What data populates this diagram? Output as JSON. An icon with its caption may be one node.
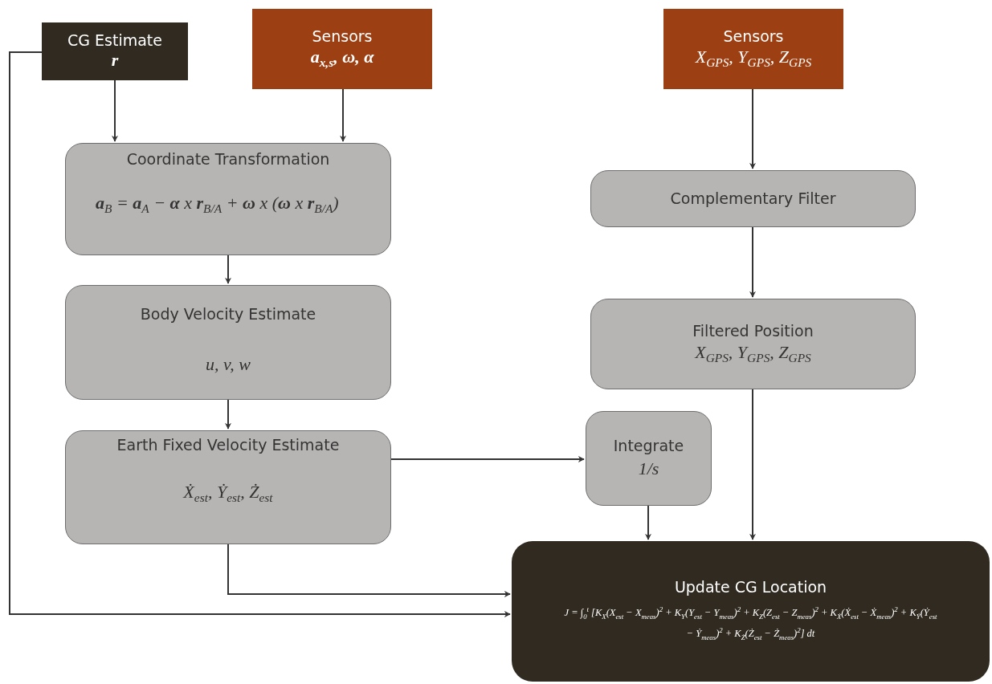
{
  "diagram": {
    "nodes": [
      {
        "text": [
          "CG Estimate",
          "r"
        ]
      },
      {
        "text": [
          "Sensors",
          "a$_{x,s}$, ω, α"
        ]
      },
      {
        "text": [
          "Sensors",
          "X$_{GPS}$, Y$_{GPS}$, Z$_{GPS}$"
        ]
      },
      {
        "text": [
          "Coordinate Transformation",
          "**a**$_{B}$ = **a**$_{A}$ − **α** x **r**$_{B/A}$ + **ω** x (**ω** x **r**$_{B/A}$)"
        ]
      },
      {
        "text": [
          "Body Velocity Estimate",
          "u, v, w"
        ]
      },
      {
        "text": [
          "Earth Fixed Velocity Estimate",
          "Ẋ$_{est}$, Ẏ$_{est}$, Ż$_{est}$"
        ]
      },
      {
        "text": [
          "Complementary Filter"
        ]
      },
      {
        "text": [
          "Filtered Position",
          "X$_{GPS}$, Y$_{GPS}$, Z$_{GPS}$"
        ]
      },
      {
        "text": [
          "Integrate",
          "1/s"
        ]
      },
      {
        "text": [
          "Update CG Location",
          "J = ∫$_{0}$$^{t}$ [K$_{X}$(X$_{est}$ − X$_{meas}$)$^{2}$ + K$_{Y}$(Y$_{est}$ − Y$_{meas}$)$^{2}$ + K$_{Z}$(Z$_{est}$ − Z$_{meas}$)$^{2}$ + K$_{Ẋ}$(Ẋ$_{est}$ − Ẋ$_{meas}$)$^{2}$ + K$_{Ẏ}$(Ẏ$_{est}$ − Ẏ$_{meas}$)$^{2}$ + K$_{Ż}$(Ż$_{est}$ − Ż$_{meas}$)$^{2}$] dt"
        ]
      }
    ],
    "edges": [
      {
        "from": 0,
        "to": 3,
        "arrow": "to"
      },
      {
        "from": 1,
        "to": 3,
        "arrow": "to"
      },
      {
        "from": 2,
        "to": 6,
        "arrow": "to"
      },
      {
        "from": 3,
        "to": 4,
        "arrow": "to"
      },
      {
        "from": 4,
        "to": 5,
        "arrow": "to"
      },
      {
        "from": 5,
        "to": 8,
        "arrow": "to"
      },
      {
        "from": 5,
        "to": 9,
        "arrow": "to"
      },
      {
        "from": 6,
        "to": 7,
        "arrow": "to"
      },
      {
        "from": 7,
        "to": 9,
        "arrow": "to"
      },
      {
        "from": 8,
        "to": 9,
        "arrow": "to"
      },
      {
        "from": 0,
        "to": 9,
        "arrow": "to"
      }
    ]
  }
}
